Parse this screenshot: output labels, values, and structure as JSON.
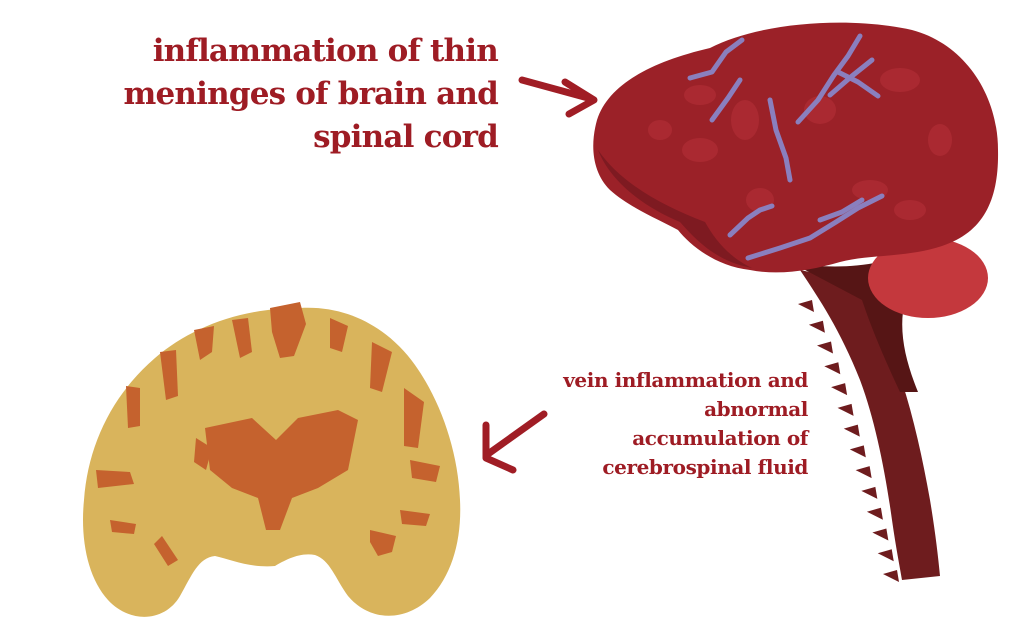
{
  "colors": {
    "label_text": "#9e1c24",
    "arrow": "#a01d25",
    "brain_main": "#9b2128",
    "brain_shadow": "#7e1a21",
    "brain_highlight": "#b63238",
    "veins": "#8a7fbe",
    "cerebellum": "#c4383d",
    "spine": "#6e1c1e",
    "spine_dark": "#561515",
    "section_fill": "#d9b45c",
    "section_pattern": "#c5622e"
  },
  "icons": {
    "side_view": "brain-side-view-icon",
    "cross_section": "brain-cross-section-icon",
    "arrow_1": "arrow-icon",
    "arrow_2": "arrow-icon"
  },
  "labels": {
    "meninges": {
      "lines": [
        "inflammation of thin",
        "meninges of brain and",
        "spinal cord"
      ]
    },
    "vein": {
      "lines": [
        "vein inflammation and",
        "abnormal",
        "accumulation of",
        "cerebrospinal fluid"
      ]
    }
  }
}
